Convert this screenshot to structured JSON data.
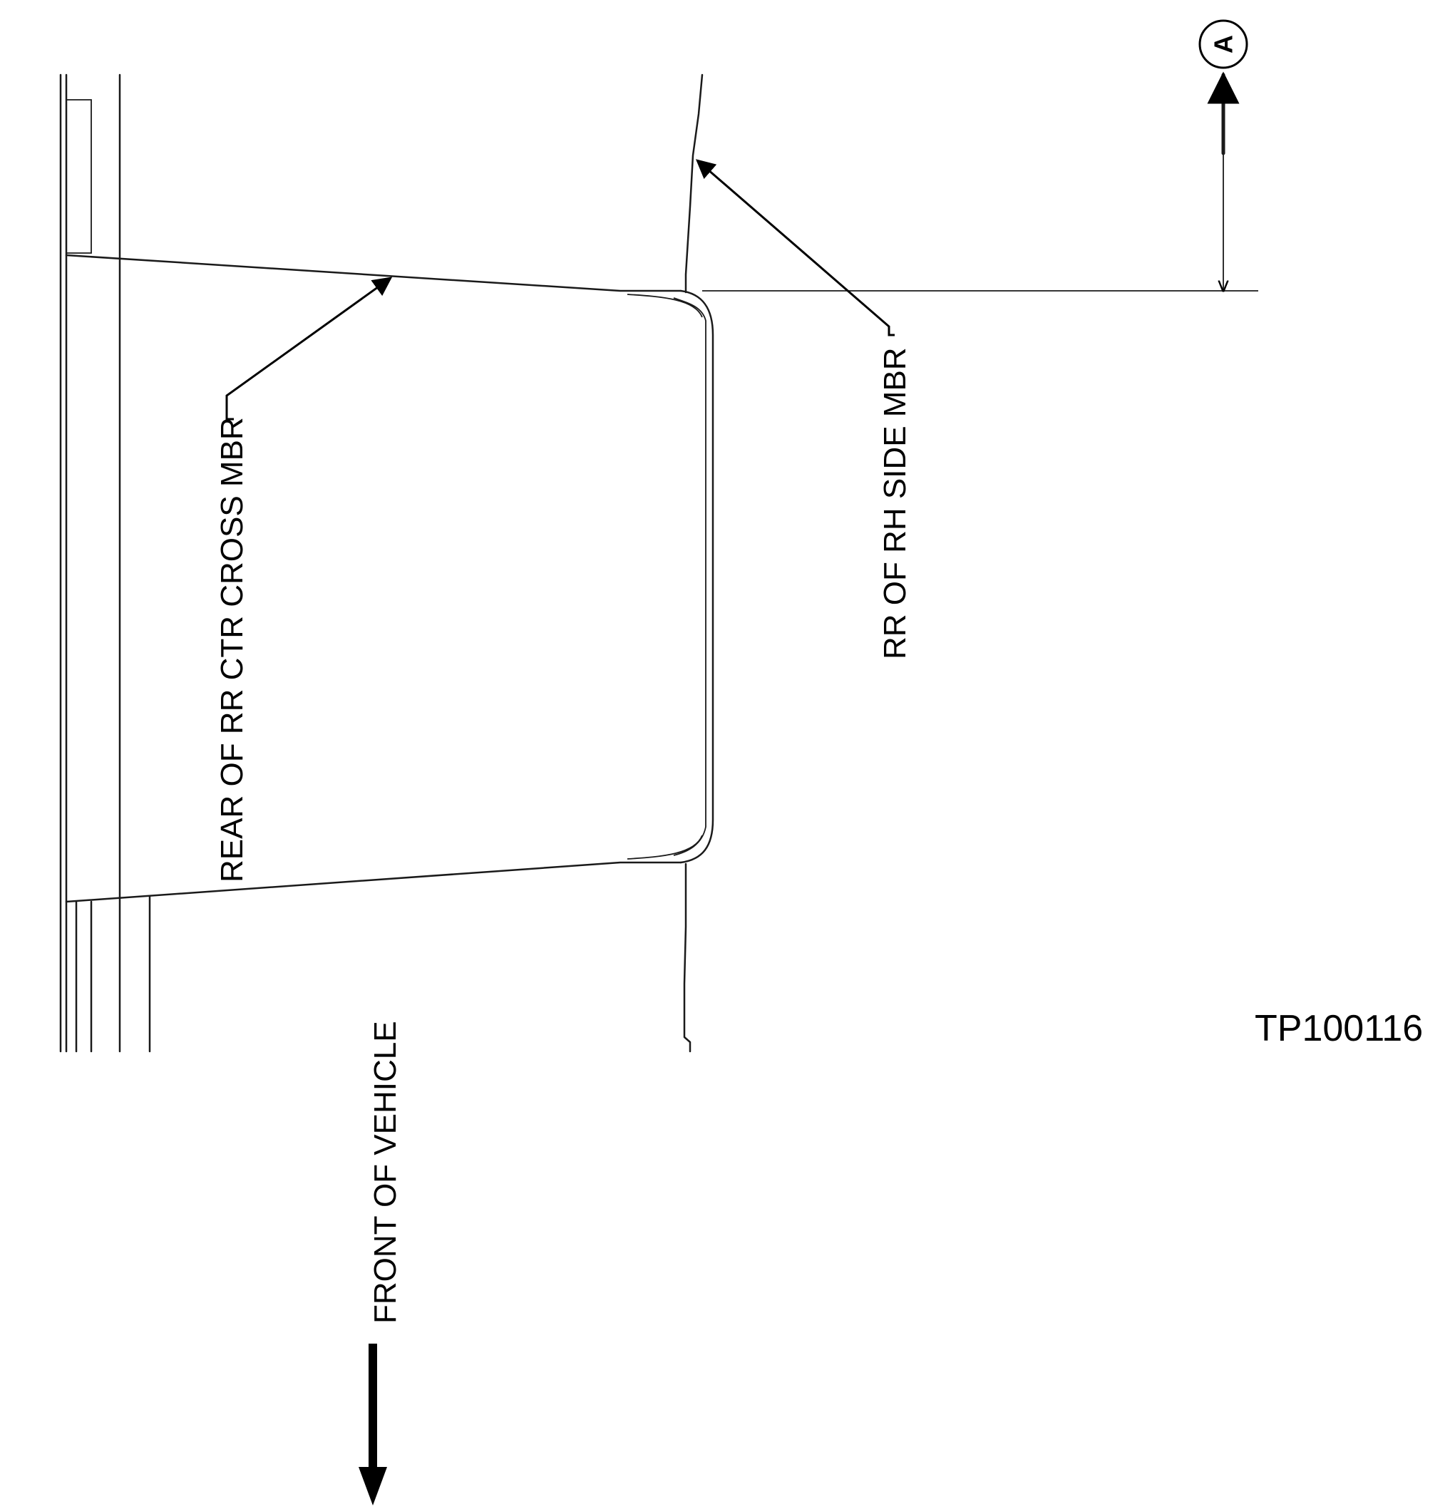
{
  "labels": {
    "cross_member": "REAR OF RR CTR CROSS MBR",
    "side_member": "RR OF RH SIDE MBR",
    "front_of_vehicle": "FRONT OF VEHICLE",
    "figure_id": "TP100116",
    "dimension_ref": "A"
  }
}
